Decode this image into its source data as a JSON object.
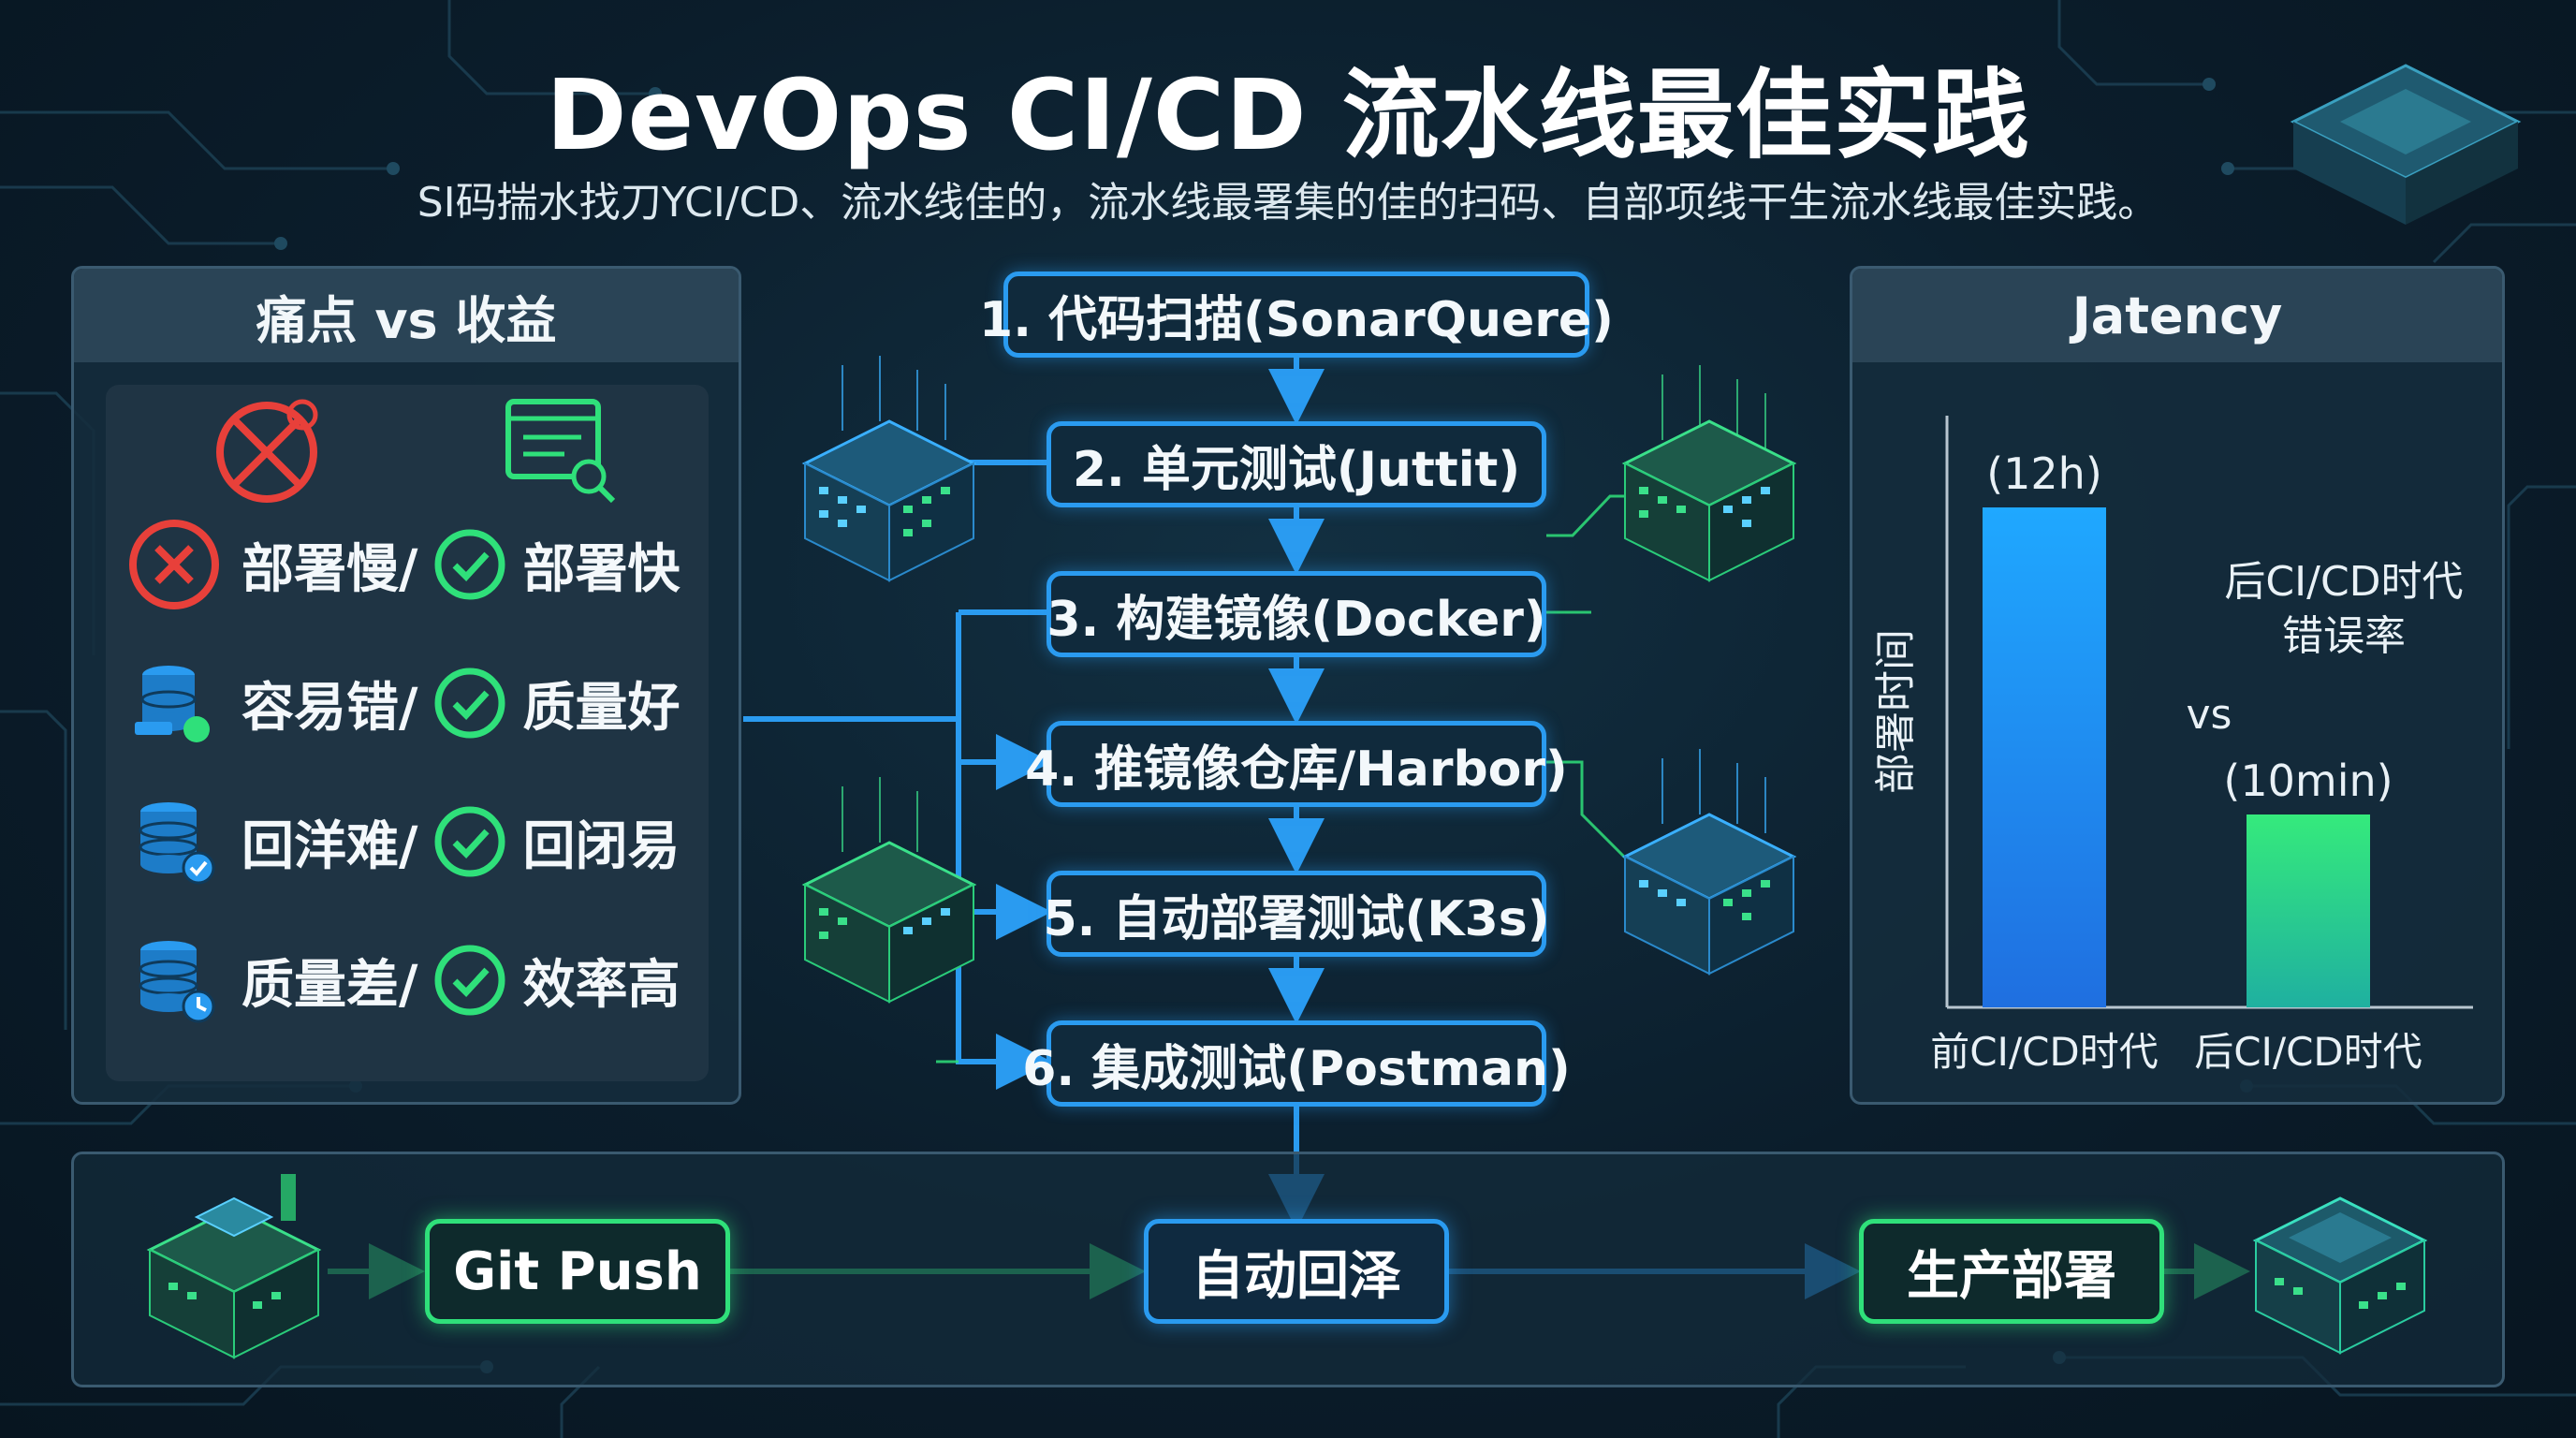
{
  "header": {
    "title": "DevOps CI/CD 流水线最佳实践",
    "subtitle": "SI码揣水找刀YCI/CD、流水线佳的，流水线最署集的佳的扫码、自部项线干生流水线最佳实践。"
  },
  "pain_gain": {
    "title": "痛点 vs 收益",
    "rows": [
      {
        "pain": "部署慢/",
        "gain": "部署快",
        "icon": "x-circle-icon"
      },
      {
        "pain": "容易错/",
        "gain": "质量好",
        "icon": "database-user-icon"
      },
      {
        "pain": "回洋难/",
        "gain": "回闭易",
        "icon": "database-check-icon"
      },
      {
        "pain": "质量差/",
        "gain": "效率高",
        "icon": "database-clock-icon"
      }
    ]
  },
  "pipeline": {
    "steps": [
      "1. 代码扫描(SonarQuere)",
      "2. 单元测试(Juttit)",
      "3. 构建镜像(Docker)",
      "4. 推镜像仓库/Harbor)",
      "5. 自动部署测试(K3s)",
      "6. 集成测试(Postman)"
    ]
  },
  "bottom_flow": {
    "steps": [
      "Git Push",
      "自动回泽",
      "生产部署"
    ]
  },
  "chart_panel": {
    "title": "Jatency"
  },
  "chart_data": {
    "type": "bar",
    "title": "Jatency",
    "categories": [
      "前CI/CD时代",
      "后CI/CD时代"
    ],
    "values": [
      720,
      10
    ],
    "value_labels": [
      "(12h)",
      "(10min)"
    ],
    "ylabel": "部署时间",
    "annotation": "后CI/CD时代\n错误率",
    "annotation_lines": [
      "后CI/CD时代",
      "错误率"
    ],
    "vs_label": "vs",
    "colors": [
      "#2196f3",
      "#2ee07a"
    ]
  },
  "colors": {
    "blue_accent": "#2a9bf0",
    "green_accent": "#2fe07a",
    "red_accent": "#e8403a",
    "background": "#0b1d2b"
  }
}
